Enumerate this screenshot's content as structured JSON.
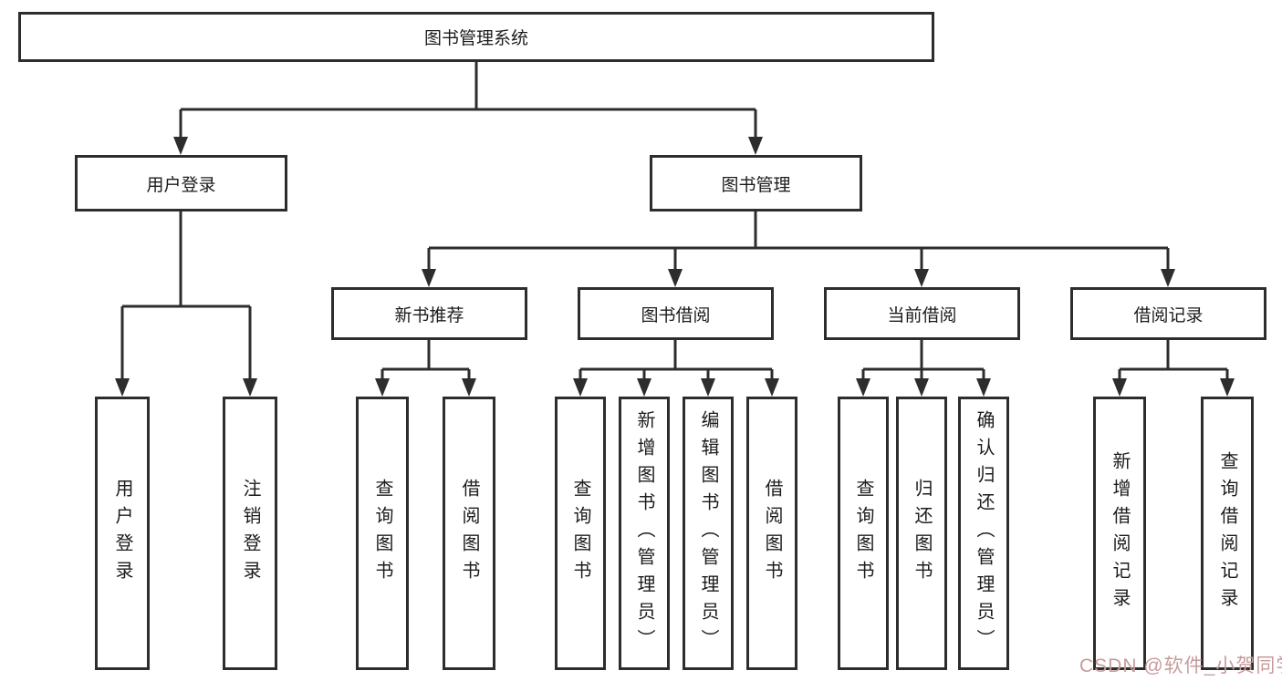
{
  "tree": {
    "root": {
      "label": "图书管理系统"
    },
    "level2": [
      {
        "label": "用户登录"
      },
      {
        "label": "图书管理"
      }
    ],
    "level3": [
      {
        "label": "新书推荐"
      },
      {
        "label": "图书借阅"
      },
      {
        "label": "当前借阅"
      },
      {
        "label": "借阅记录"
      }
    ],
    "leaves": {
      "user_login": [
        {
          "label": "用户登录"
        },
        {
          "label": "注销登录"
        }
      ],
      "new_book": [
        {
          "label": "查询图书"
        },
        {
          "label": "借阅图书"
        }
      ],
      "book_borrow": [
        {
          "label": "查询图书"
        },
        {
          "label": "新增图书（管理员）"
        },
        {
          "label": "编辑图书（管理员）"
        },
        {
          "label": "借阅图书"
        }
      ],
      "current_borrow": [
        {
          "label": "查询图书"
        },
        {
          "label": "归还图书"
        },
        {
          "label": "确认归还（管理员）"
        }
      ],
      "borrow_record": [
        {
          "label": "新增借阅记录"
        },
        {
          "label": "查询借阅记录"
        }
      ]
    }
  },
  "watermark": {
    "text": "CSDN @软件_小贺同学"
  },
  "colors": {
    "line": "#2d2d2d",
    "text": "#1c1c1c",
    "background": "#ffffff",
    "watermark": "#c79c9c"
  }
}
